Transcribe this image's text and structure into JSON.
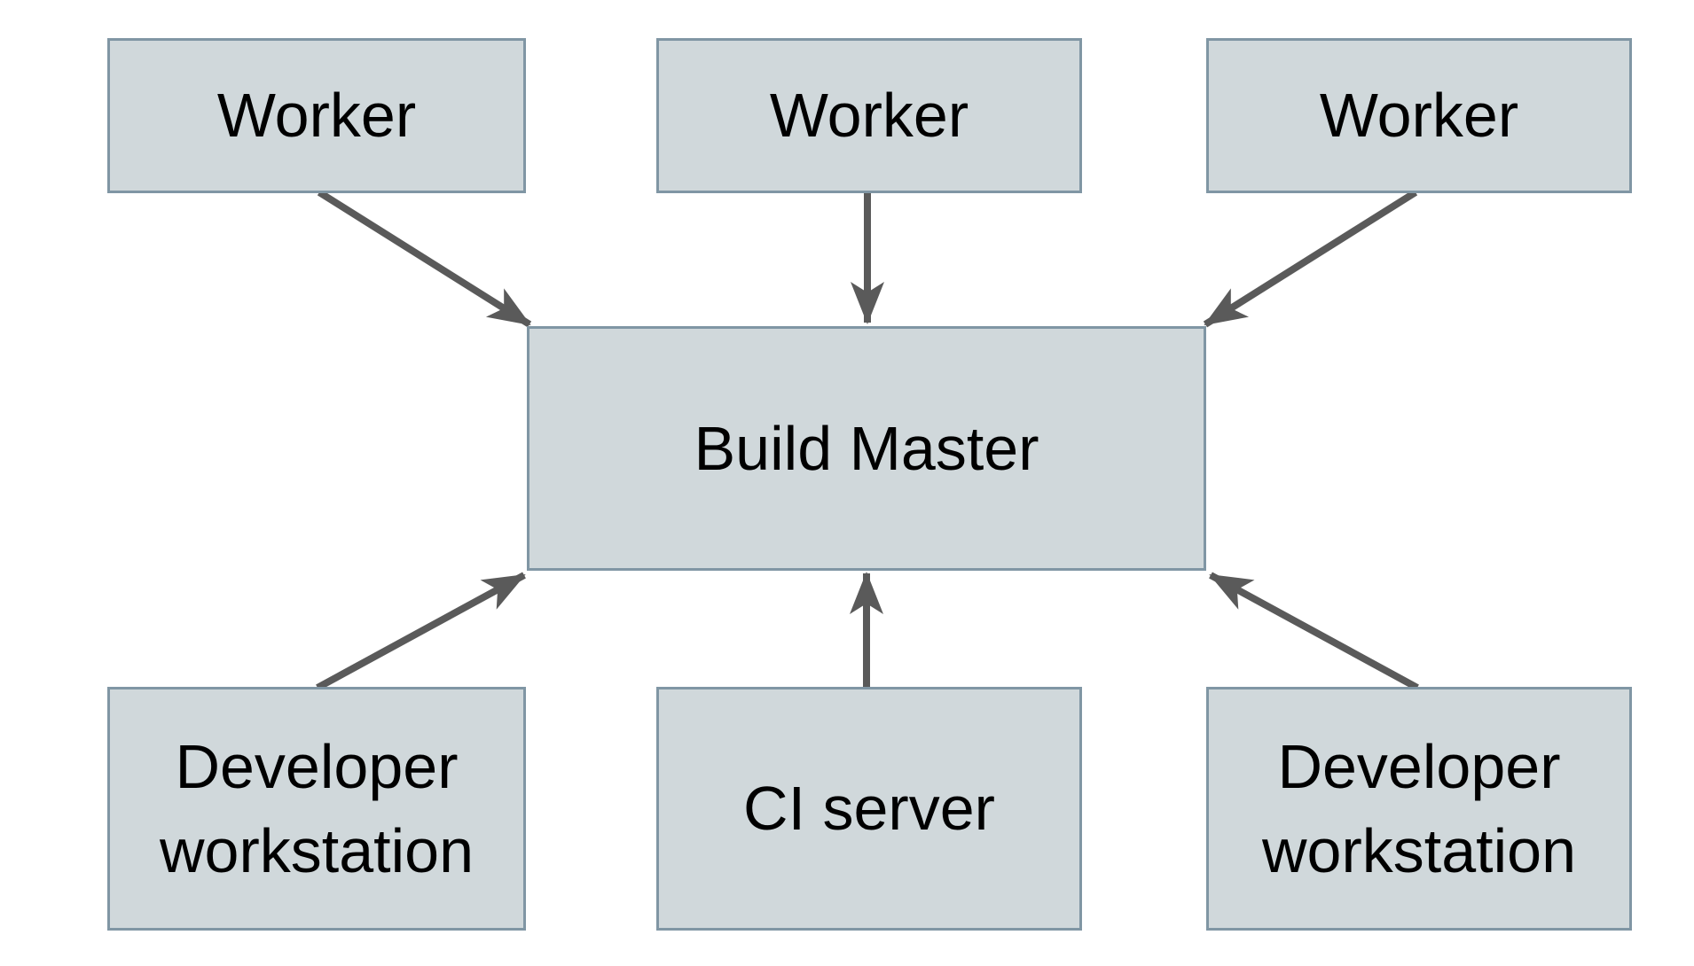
{
  "diagram": {
    "title": "",
    "nodes": {
      "worker_top_left": {
        "label": "Worker"
      },
      "worker_top_center": {
        "label": "Worker"
      },
      "worker_top_right": {
        "label": "Worker"
      },
      "build_master": {
        "label": "Build Master"
      },
      "dev_workstation_left": {
        "label": "Developer workstation"
      },
      "ci_server": {
        "label": "CI server"
      },
      "dev_workstation_right": {
        "label": "Developer workstation"
      }
    },
    "edges": [
      {
        "from": "worker_top_left",
        "to": "build_master"
      },
      {
        "from": "worker_top_center",
        "to": "build_master"
      },
      {
        "from": "worker_top_right",
        "to": "build_master"
      },
      {
        "from": "dev_workstation_left",
        "to": "build_master"
      },
      {
        "from": "ci_server",
        "to": "build_master"
      },
      {
        "from": "dev_workstation_right",
        "to": "build_master"
      }
    ],
    "colors": {
      "background": "#ffffff",
      "node_fill": "#d0d8db",
      "node_border": "#8096a4",
      "arrow": "#5a5a5a",
      "text": "#000000"
    }
  }
}
